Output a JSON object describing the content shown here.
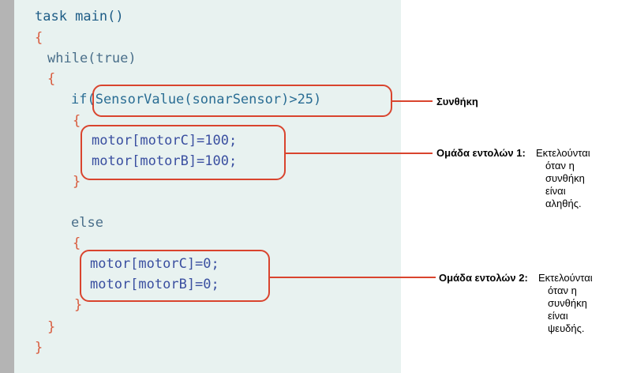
{
  "code": {
    "lines": [
      "task main()",
      "{",
      "while(true)",
      "{",
      "if(SensorValue(sonarSensor)>25)",
      "{",
      "motor[motorC]=100;",
      "motor[motorB]=100;",
      "}",
      "else",
      "{",
      "motor[motorC]=0;",
      "motor[motorB]=0;",
      "}",
      "}",
      "}"
    ]
  },
  "annotations": {
    "condition": {
      "label": "Συνθήκη"
    },
    "group1": {
      "label": "Ομάδα εντολών 1:",
      "desc_lines": [
        "Εκτελούνται",
        "όταν η",
        "συνθήκη",
        "είναι",
        "αληθής."
      ]
    },
    "group2": {
      "label": "Ομάδα εντολών 2:",
      "desc_lines": [
        "Εκτελούνται",
        "όταν η",
        "συνθήκη",
        "είναι",
        "ψευδής."
      ]
    }
  },
  "colors": {
    "highlight": "#d9442e",
    "panel_bg": "#e8f2f0",
    "left_bar": "#b4b4b4",
    "brace": "#d85a3c"
  }
}
